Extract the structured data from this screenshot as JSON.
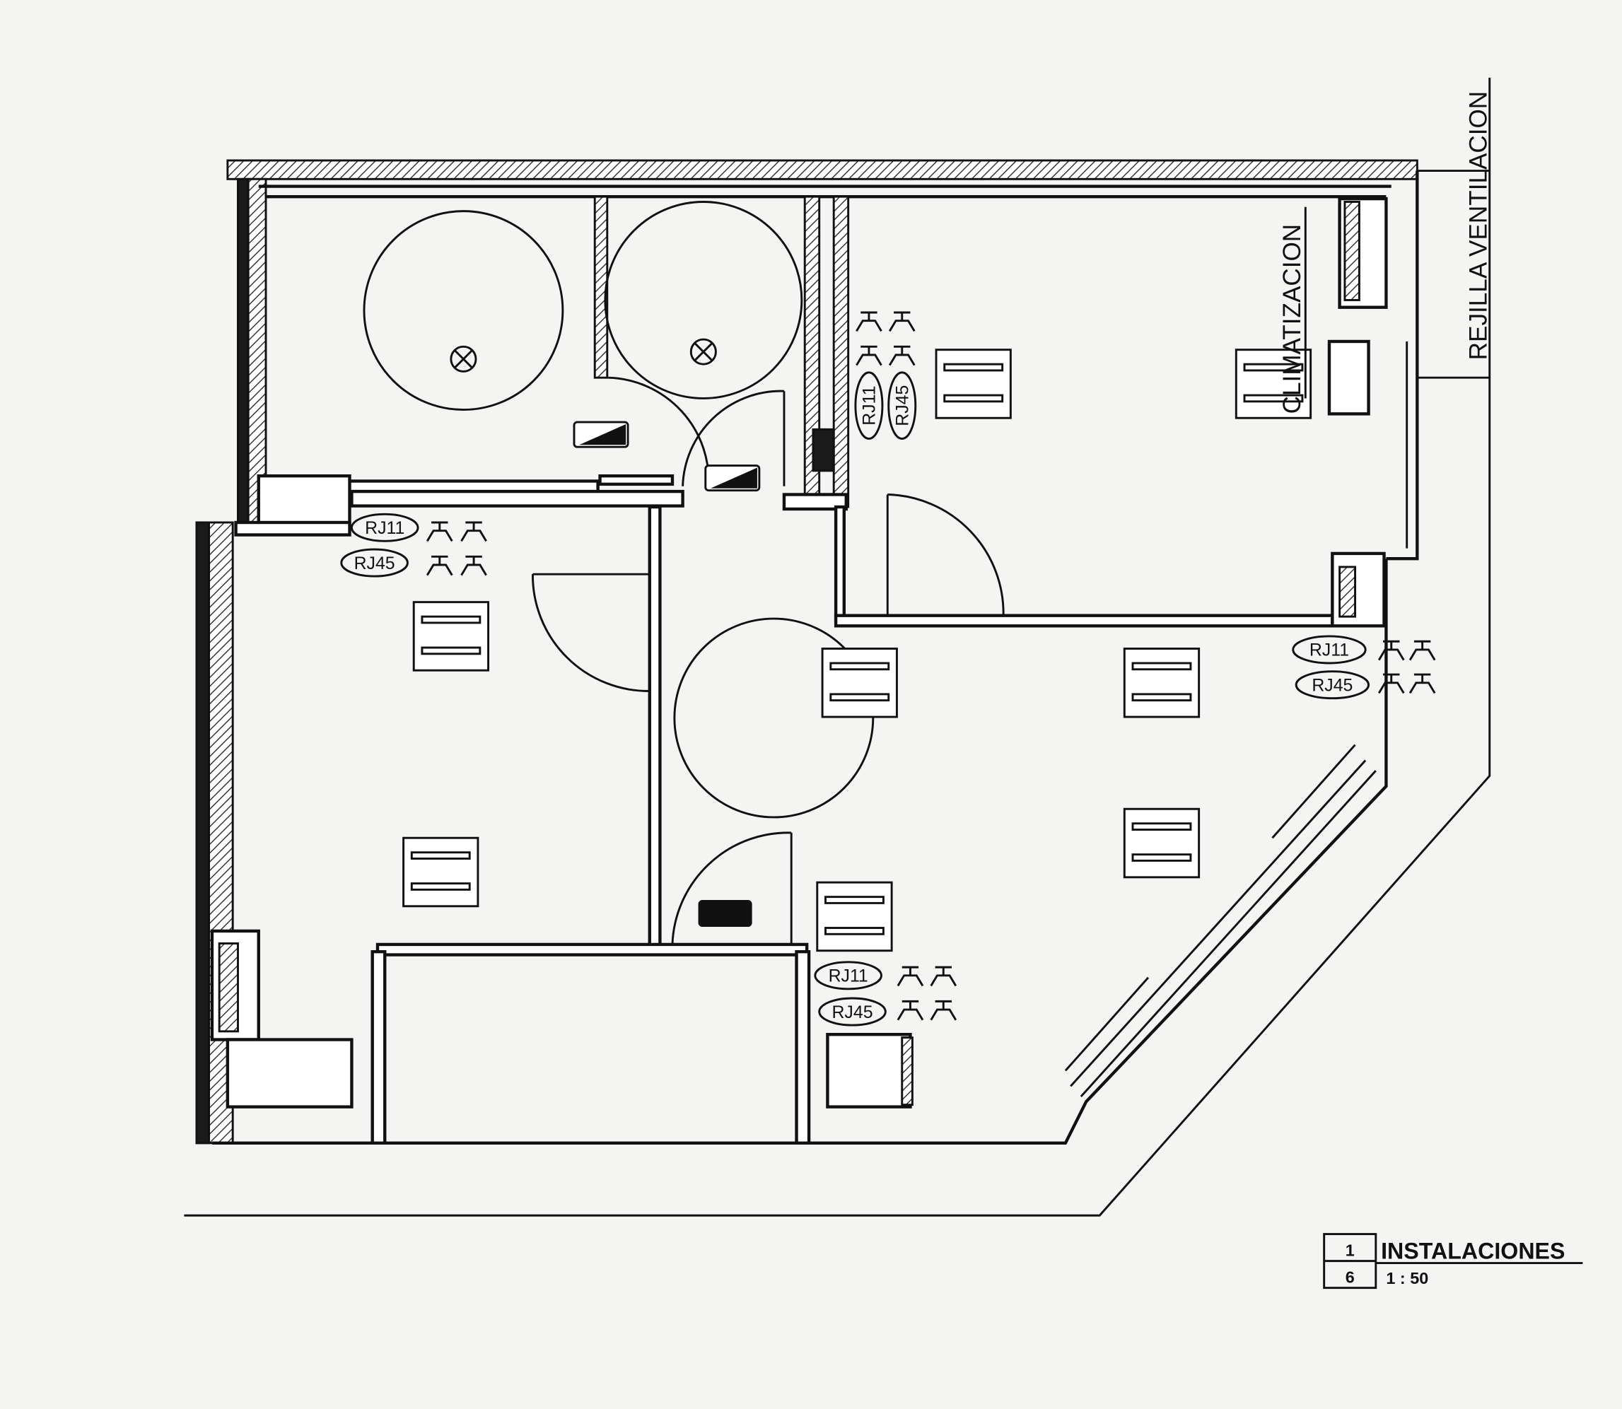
{
  "drawing": {
    "labels": {
      "rj11": "RJ11",
      "rj45": "RJ45",
      "climatizacion": "CLIMATIZACION",
      "rejilla": "REJILLA VENTILACION"
    },
    "title_block": {
      "number": "1",
      "sheet": "6",
      "title": "INSTALACIONES",
      "scale": "1 : 50"
    }
  }
}
